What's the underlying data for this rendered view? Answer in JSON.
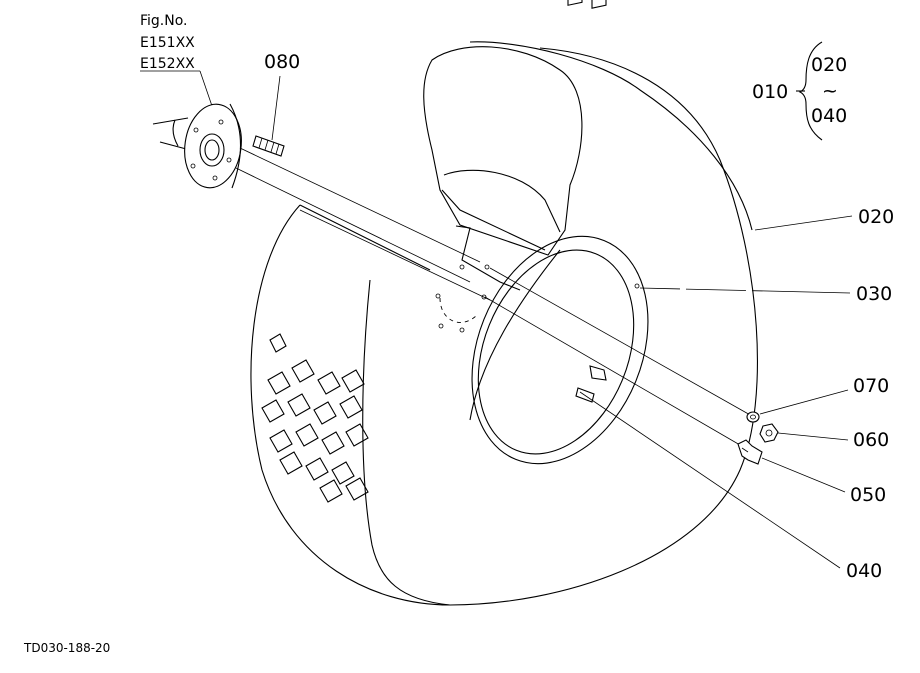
{
  "figure": {
    "fig_label": "Fig.No.",
    "fig_codes": [
      "E151XX",
      "E152XX"
    ],
    "drawing_id": "TD030-188-20"
  },
  "callouts": {
    "p080": "080",
    "p010": "010",
    "p020_group": "020",
    "p040_group": "040",
    "tilde": "~",
    "p020": "020",
    "p030": "030",
    "p070": "070",
    "p060": "060",
    "p050": "050",
    "p040": "040"
  }
}
